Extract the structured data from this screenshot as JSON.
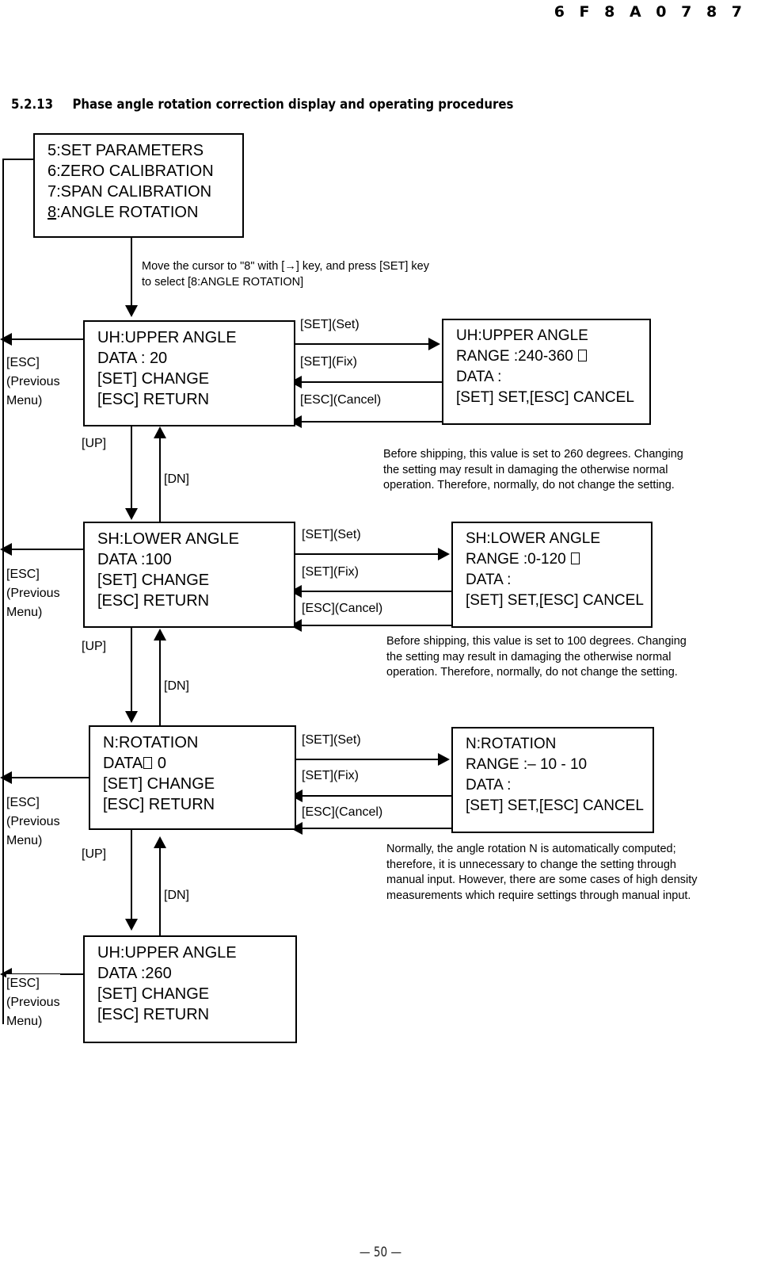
{
  "header": {
    "doc_code": "6 F 8 A 0 7 8 7"
  },
  "section": {
    "number": "5.2.13",
    "title": "Phase angle rotation correction display and operating procedures"
  },
  "footer": {
    "page": "—  50  —"
  },
  "menu_box": {
    "lines": [
      "5:SET PARAMETERS",
      "6:ZERO CALIBRATION",
      "7:SPAN CALIBRATION",
      "8:ANGLE ROTATION"
    ],
    "cursor_char": "8",
    "cursor_line_index": 3
  },
  "select_instruction": "Move the cursor to \"8\" with [→] key, and press [SET] key\nto select [8:ANGLE ROTATION]",
  "steps": [
    {
      "id": "upper-angle",
      "main": {
        "title": "UH:UPPER ANGLE",
        "data": "DATA : 20",
        "change": "[SET] CHANGE",
        "return": "[ESC] RETURN"
      },
      "edit": {
        "title": "UH:UPPER ANGLE",
        "range_prefix": "RANGE :240-360 ",
        "range_suffix_symbol": "degree-box",
        "data": "DATA :",
        "confirm": "[SET] SET,[ESC] CANCEL"
      },
      "note": "Before shipping, this value is set to 260 degrees. Changing\nthe setting may result in damaging the otherwise normal\noperation. Therefore, normally, do not change the setting."
    },
    {
      "id": "lower-angle",
      "main": {
        "title": "SH:LOWER ANGLE",
        "data": "DATA :100",
        "change": "[SET] CHANGE",
        "return": "[ESC] RETURN"
      },
      "edit": {
        "title": "SH:LOWER ANGLE",
        "range_prefix": "RANGE :0-120 ",
        "range_suffix_symbol": "degree-box",
        "data": "DATA :",
        "confirm": "[SET] SET,[ESC] CANCEL"
      },
      "note": "Before shipping, this value is set to 100 degrees. Changing\nthe setting may result in damaging the otherwise normal\noperation. Therefore, normally, do not change the setting."
    },
    {
      "id": "rotation",
      "main": {
        "title": "N:ROTATION",
        "data_prefix": "DATA",
        "data_symbol": "fullwidth-colon-box",
        "data_suffix": " 0",
        "change": "[SET] CHANGE",
        "return": "[ESC] RETURN"
      },
      "edit": {
        "title": "N:ROTATION",
        "range": "RANGE :– 10 - 10",
        "data": "DATA :",
        "confirm": "[SET] SET,[ESC] CANCEL"
      },
      "note": "Normally, the angle rotation N is automatically computed;\ntherefore, it is unnecessary to change the setting through\nmanual input. However, there are some cases of high density\nmeasurements which require settings through manual input."
    },
    {
      "id": "upper-angle-final",
      "main": {
        "title": "UH:UPPER ANGLE",
        "data": "DATA :260",
        "change": "[SET] CHANGE",
        "return": "[ESC] RETURN"
      }
    }
  ],
  "transitions": {
    "set_enter": "[SET](Set)",
    "set_fix": "[SET](Fix)",
    "esc_cancel": "[ESC](Cancel)",
    "esc_previous": "[ESC]\n(Previous\nMenu)",
    "up": "[UP]",
    "down": "[DN]"
  }
}
